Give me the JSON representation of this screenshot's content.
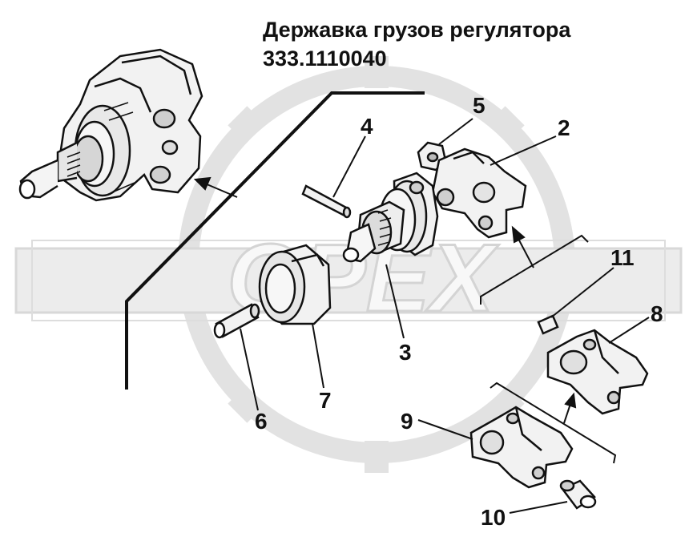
{
  "title": {
    "line1": "Державка грузов регулятора",
    "line2": "333.1110040"
  },
  "watermark": {
    "text": "OPEX",
    "color": "#e6e6e6"
  },
  "callouts": [
    {
      "id": "2",
      "label": "2"
    },
    {
      "id": "3",
      "label": "3"
    },
    {
      "id": "4",
      "label": "4"
    },
    {
      "id": "5",
      "label": "5"
    },
    {
      "id": "6",
      "label": "6"
    },
    {
      "id": "7",
      "label": "7"
    },
    {
      "id": "8",
      "label": "8"
    },
    {
      "id": "9",
      "label": "9"
    },
    {
      "id": "10",
      "label": "10"
    },
    {
      "id": "11",
      "label": "11"
    }
  ],
  "colors": {
    "ink": "#111111",
    "part_fill": "#f2f2f2",
    "part_shade": "#bdbdbd",
    "watermark": "#e3e3e3"
  }
}
